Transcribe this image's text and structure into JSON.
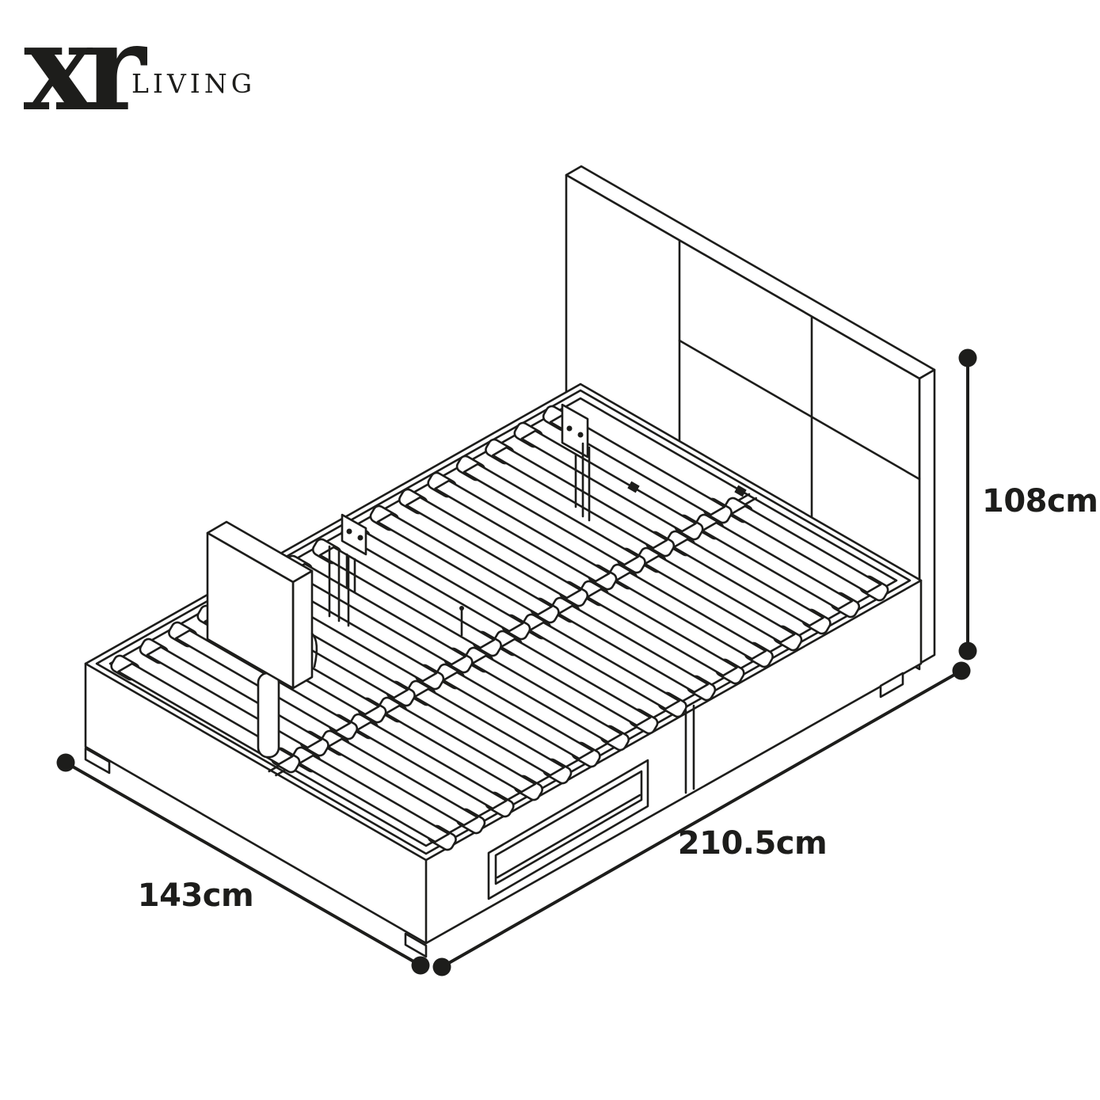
{
  "brand": {
    "logo_main": "xr",
    "logo_sub": "LIVING"
  },
  "diagram": {
    "type": "isometric-dimension-diagram",
    "subject": "TV ottoman bed frame with slatted base, panelled headboard and TV lift bracket"
  },
  "dimensions": {
    "width_label": "143cm",
    "length_label": "210.5cm",
    "height_label": "108cm"
  },
  "colors": {
    "background": "#ffffff",
    "line": "#1d1d1b"
  }
}
